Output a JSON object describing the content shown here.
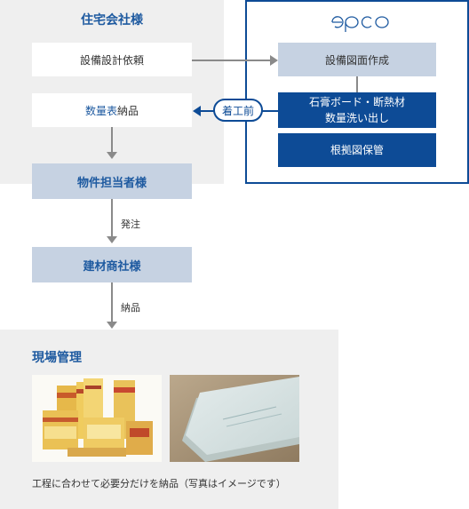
{
  "client_panel": {
    "title": "住宅会社様",
    "step_equipment_design": "設備設計依頼",
    "step_quantity_prefix": "数量表",
    "step_quantity_suffix": "納品"
  },
  "epco_panel": {
    "logo": "epco",
    "step_drawing": "設備図面作成",
    "step_takeoff_line1": "石膏ボード・断熱材",
    "step_takeoff_line2": "数量洗い出し",
    "step_archive": "根拠図保管"
  },
  "before_construction_badge": "着工前",
  "property_manager": "物件担当者様",
  "order_label": "発注",
  "building_material_dealer": "建材商社様",
  "delivery_label": "納品",
  "site_panel": {
    "title": "現場管理",
    "photo1_icon": "insulation-packages-photo",
    "photo2_icon": "gypsum-board-photo",
    "caption": "工程に合わせて必要分だけを納品（写真はイメージです）"
  },
  "colors": {
    "brand_blue": "#1e5aa0",
    "navy_box": "#0d4b96",
    "light_blue_box": "#c6d2e2",
    "panel_grey": "#efefef",
    "arrow_grey": "#8a8a8a"
  }
}
